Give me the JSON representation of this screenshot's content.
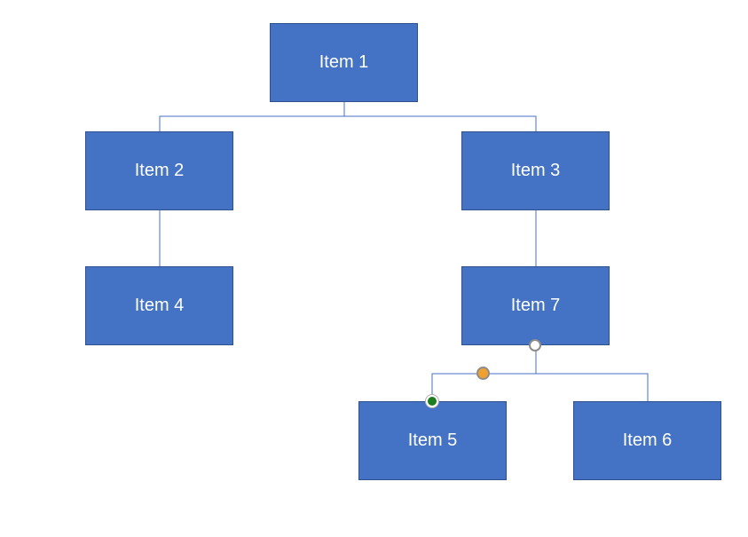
{
  "diagram": {
    "nodes": {
      "item1": {
        "label": "Item 1"
      },
      "item2": {
        "label": "Item 2"
      },
      "item3": {
        "label": "Item 3"
      },
      "item4": {
        "label": "Item 4"
      },
      "item5": {
        "label": "Item 5"
      },
      "item6": {
        "label": "Item 6"
      },
      "item7": {
        "label": "Item 7"
      }
    },
    "edges": [
      [
        "Item 1",
        "Item 2"
      ],
      [
        "Item 1",
        "Item 3"
      ],
      [
        "Item 2",
        "Item 4"
      ],
      [
        "Item 3",
        "Item 7"
      ],
      [
        "Item 7",
        "Item 5"
      ],
      [
        "Item 7",
        "Item 6"
      ]
    ]
  },
  "colors": {
    "node_fill": "#4472c4",
    "node_border": "#2f528f",
    "node_text": "#ffffff",
    "connector": "#4472c4",
    "handle_end": "#ffffff",
    "handle_adjust": "#f0a030",
    "handle_start": "#1e7d1e"
  }
}
